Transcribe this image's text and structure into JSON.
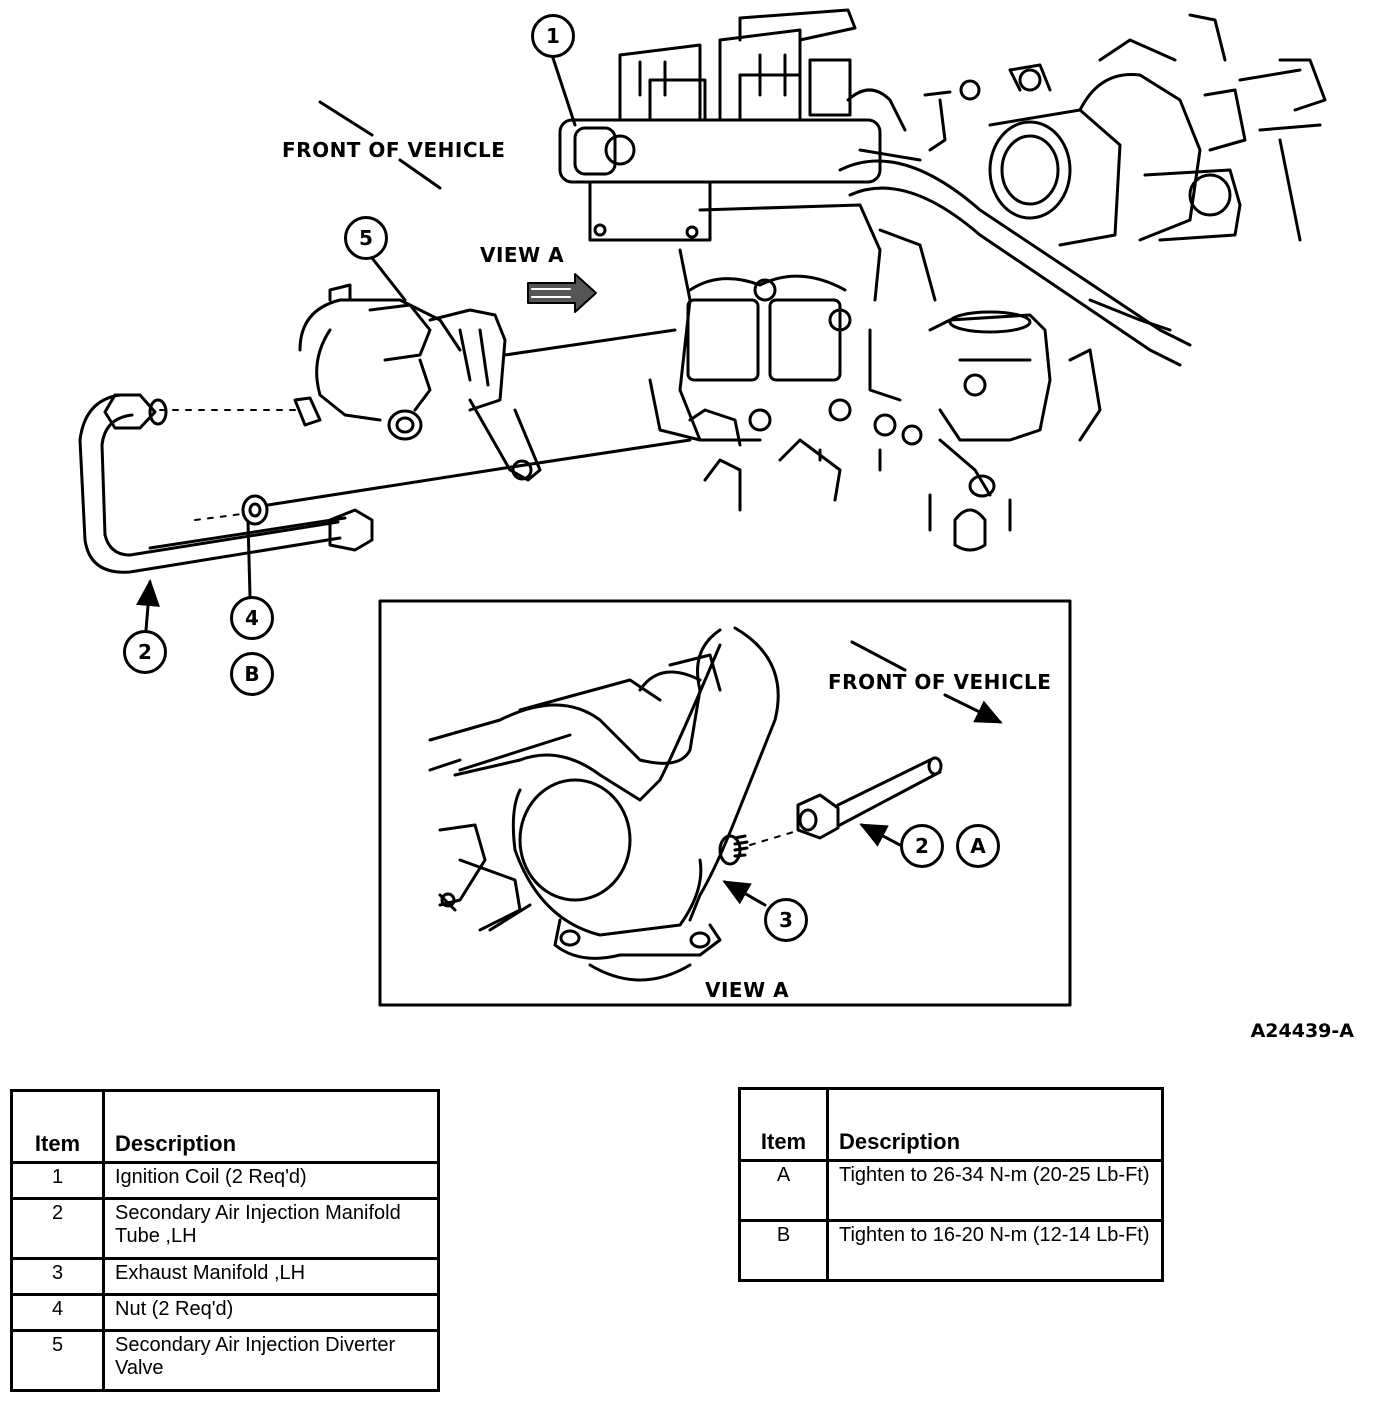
{
  "labels": {
    "front_of_vehicle_top": "FRONT OF VEHICLE",
    "view_a_arrow": "VIEW A",
    "front_of_vehicle_inset": "FRONT OF VEHICLE",
    "view_a_caption": "VIEW A",
    "figure_id": "A24439-A"
  },
  "callouts": {
    "c1": "1",
    "c2_main": "2",
    "c4": "4",
    "cB": "B",
    "c5": "5",
    "c2_inset": "2",
    "cA": "A",
    "c3": "3"
  },
  "table_items": {
    "header_item": "Item",
    "header_description": "Description",
    "rows": [
      {
        "item": "1",
        "description": "Ignition Coil (2 Req'd)"
      },
      {
        "item": "2",
        "description": "Secondary Air Injection Manifold Tube ,LH"
      },
      {
        "item": "3",
        "description": "Exhaust Manifold ,LH"
      },
      {
        "item": "4",
        "description": "Nut (2 Req'd)"
      },
      {
        "item": "5",
        "description": "Secondary Air Injection Diverter Valve"
      }
    ]
  },
  "table_torque": {
    "header_item": "Item",
    "header_description": "Description",
    "rows": [
      {
        "item": "A",
        "description": "Tighten to 26-34 N-m (20-25 Lb-Ft)"
      },
      {
        "item": "B",
        "description": "Tighten to 16-20 N-m (12-14 Lb-Ft)"
      }
    ]
  }
}
